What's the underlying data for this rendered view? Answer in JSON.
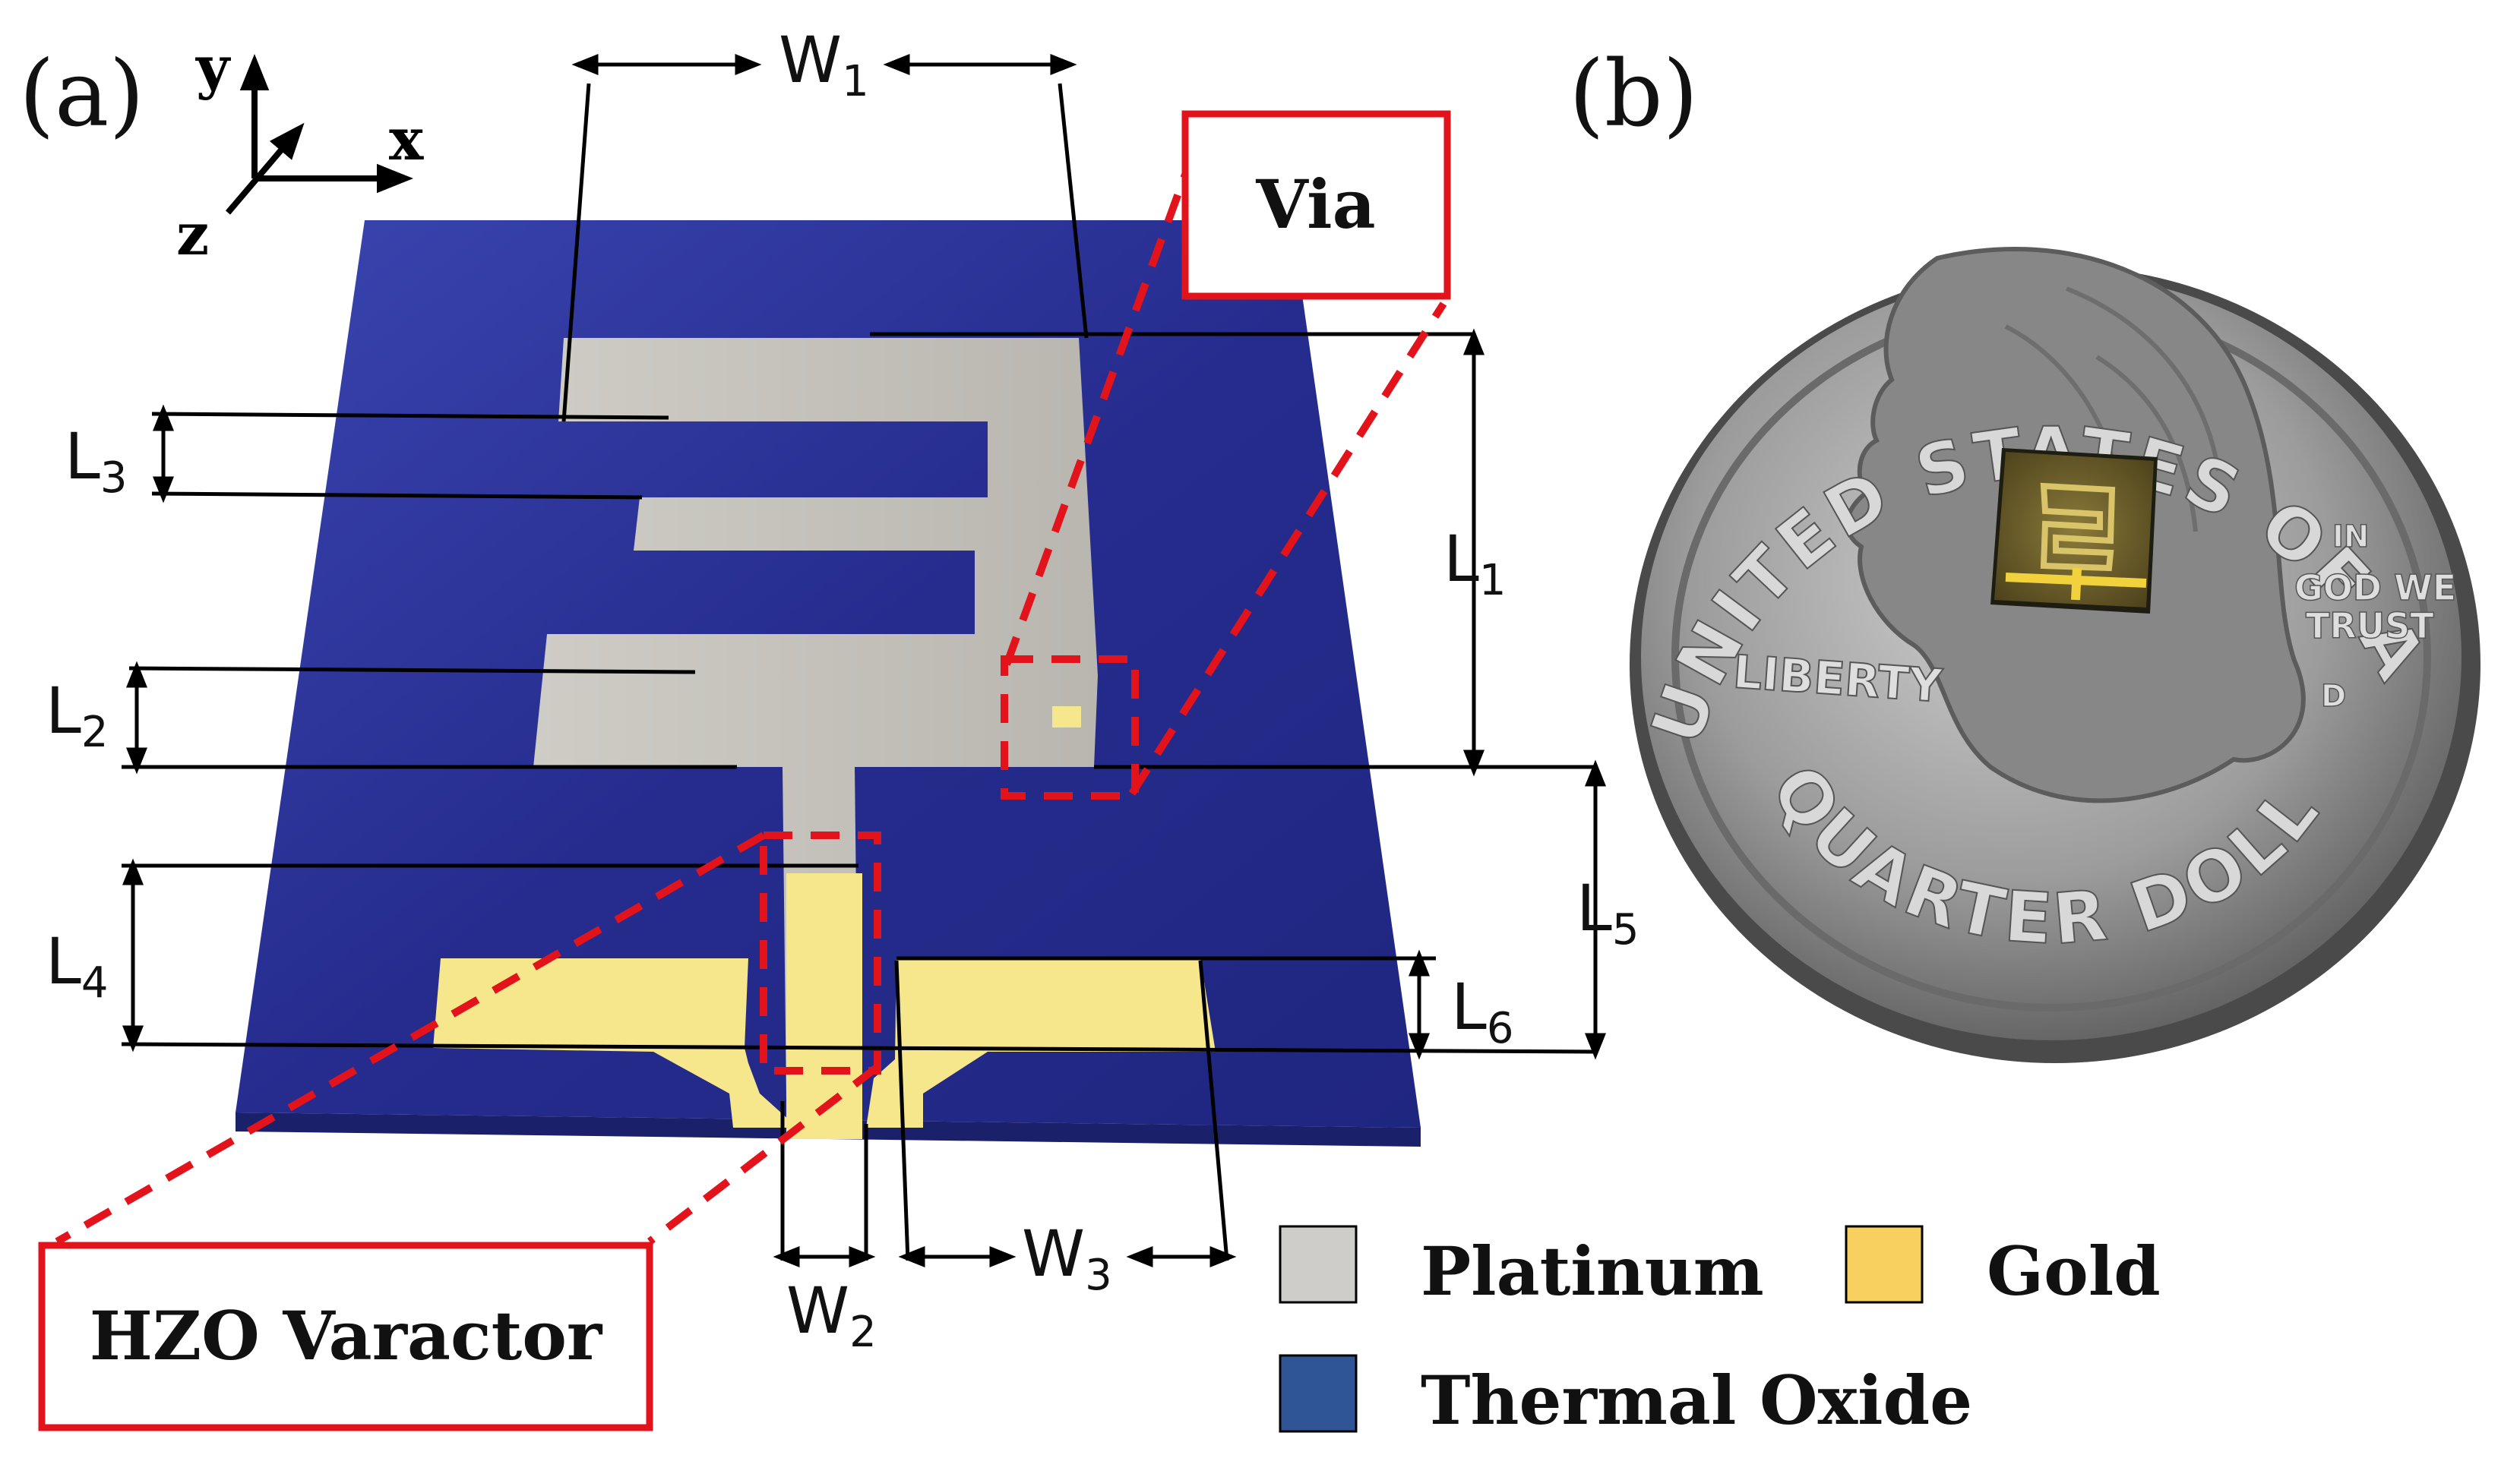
{
  "panel_a": {
    "label": "(a)",
    "axes": {
      "x": "x",
      "y": "y",
      "z": "z"
    },
    "dimensions": {
      "W1": {
        "main": "W",
        "sub": "1"
      },
      "W2": {
        "main": "W",
        "sub": "2"
      },
      "W3": {
        "main": "W",
        "sub": "3"
      },
      "L1": {
        "main": "L",
        "sub": "1"
      },
      "L2": {
        "main": "L",
        "sub": "2"
      },
      "L3": {
        "main": "L",
        "sub": "3"
      },
      "L4": {
        "main": "L",
        "sub": "4"
      },
      "L5": {
        "main": "L",
        "sub": "5"
      },
      "L6": {
        "main": "L",
        "sub": "6"
      }
    },
    "callouts": {
      "via": "Via",
      "varactor": "HZO Varactor"
    }
  },
  "panel_b": {
    "label": "(b)",
    "coin_text": {
      "top": "UNITED STATES OF AMERICA",
      "bottom": "QUARTER DOLLAR",
      "liberty": "LIBERTY",
      "motto_1": "IN",
      "motto_2": "GOD WE",
      "motto_3": "TRUST",
      "mint": "D"
    }
  },
  "legend": [
    {
      "name": "Platinum",
      "color": "#cfcdca"
    },
    {
      "name": "Gold",
      "color": "#f7d060"
    },
    {
      "name": "Thermal Oxide",
      "color": "#2f5597"
    }
  ],
  "colors": {
    "substrate": "#262c8e",
    "platinum": "#c4c1bb",
    "gold": "#f6e68c",
    "callout": "#e3131b"
  }
}
